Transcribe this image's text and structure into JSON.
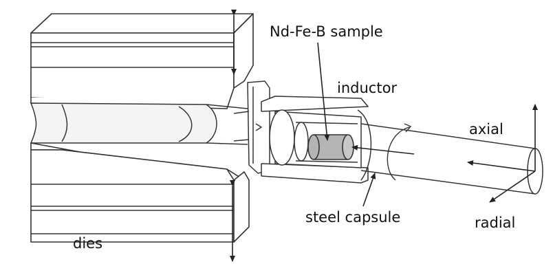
{
  "labels": {
    "sample": "Nd-Fe-B sample",
    "inductor": "inductor",
    "axial": "axial",
    "steel_capsule": "steel capsule",
    "radial": "radial",
    "dies": "dies"
  },
  "colors": {
    "line": "#333333",
    "fill": "#ffffff",
    "sample_fill": "#b4b4b4",
    "shade": "#e6e6e6"
  }
}
